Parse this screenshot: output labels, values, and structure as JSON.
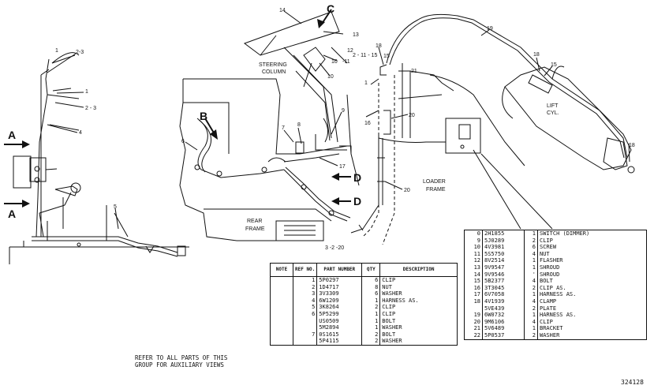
{
  "callouts": {
    "c1": "1",
    "c2_3": "2-3",
    "c1b": "1",
    "c2_3b": "2 - 3",
    "c4": "4",
    "c5": "5",
    "c6": "6",
    "c7": "7",
    "c8": "8",
    "c9": "9",
    "c10": "10",
    "c10b": "10",
    "c12": "12",
    "c11": "-11",
    "c13": "13",
    "c14": "14",
    "c15": "15",
    "c15b": "15",
    "c16": "16",
    "c17": "17",
    "c18": "18",
    "c18b": "18",
    "c19": "19",
    "c20": "20",
    "c20b": "20",
    "c21": "21",
    "c1c": "1",
    "c3_2_20": "3 -2 -20",
    "c18right": "18",
    "c2_11_15": "2 - 11 - 15"
  },
  "view_markers": {
    "a_top": "A",
    "a_bottom": "A",
    "b": "B",
    "c": "C",
    "d_top": "D",
    "d_bottom": "D"
  },
  "labels": {
    "steering_line1": "STEERING",
    "steering_line2": "COLUMN",
    "rear_line1": "REAR",
    "rear_line2": "FRAME",
    "loader_line1": "LOADER",
    "loader_line2": "FRAME",
    "lift_line1": "LIFT",
    "lift_line2": "CYL."
  },
  "table_left": {
    "headers": [
      "NOTE",
      "REF NO.",
      "PART NUMBER",
      "QTY",
      "DESCRIPTION"
    ],
    "rows": [
      {
        "note": "",
        "ref": "1",
        "part": "5P0297",
        "qty": "6",
        "desc": "CLIP"
      },
      {
        "note": "",
        "ref": "2",
        "part": "1D4717",
        "qty": "8",
        "desc": "NUT"
      },
      {
        "note": "",
        "ref": "3",
        "part": "3V3309",
        "qty": "6",
        "desc": "WASHER"
      },
      {
        "note": "",
        "ref": "4",
        "part": "6W1209",
        "qty": "1",
        "desc": "HARNESS AS."
      },
      {
        "note": "",
        "ref": "5",
        "part": "3K8264",
        "qty": "2",
        "desc": "CLIP"
      },
      {
        "note": "",
        "ref": "6",
        "part": "5P5299",
        "qty": "1",
        "desc": "CLIP"
      },
      {
        "note": "",
        "ref": "",
        "part": "US0509",
        "qty": "1",
        "desc": "BOLT"
      },
      {
        "note": "",
        "ref": "",
        "part": "5M2894",
        "qty": "1",
        "desc": "WASHER"
      },
      {
        "note": "",
        "ref": "7",
        "part": "0S1615",
        "qty": "2",
        "desc": "BOLT"
      },
      {
        "note": "",
        "ref": "",
        "part": "5P4115",
        "qty": "2",
        "desc": "WASHER"
      }
    ]
  },
  "table_right": {
    "rows": [
      {
        "ref": "0",
        "part": "2H1855",
        "qty": "1",
        "desc": "SWITCH (DIMMER)"
      },
      {
        "ref": "9",
        "part": "5J0289",
        "qty": "2",
        "desc": "CLIP"
      },
      {
        "ref": "10",
        "part": "4V3981",
        "qty": "6",
        "desc": "SCREW"
      },
      {
        "ref": "11",
        "part": "5S5750",
        "qty": "4",
        "desc": "NUT"
      },
      {
        "ref": "12",
        "part": "8V2514",
        "qty": "1",
        "desc": "FLASHER"
      },
      {
        "ref": "13",
        "part": "9V9547",
        "qty": "1",
        "desc": "SHROUD"
      },
      {
        "ref": "14",
        "part": "9V9546",
        "qty": "'",
        "desc": "SHROUD"
      },
      {
        "ref": "15",
        "part": "5B2377",
        "qty": "4",
        "desc": "BOLT"
      },
      {
        "ref": "16",
        "part": "3T3045",
        "qty": "2",
        "desc": "CLIP AS."
      },
      {
        "ref": "17",
        "part": "6V7058",
        "qty": "1",
        "desc": "HARNESS AS."
      },
      {
        "ref": "18",
        "part": "4V1939",
        "qty": "4",
        "desc": "CLAMP"
      },
      {
        "ref": "",
        "part": "5VE439",
        "qty": "2",
        "desc": "PLATE"
      },
      {
        "ref": "19",
        "part": "6W0732",
        "qty": "1",
        "desc": "HARNESS AS."
      },
      {
        "ref": "20",
        "part": "9M6106",
        "qty": "4",
        "desc": "CLIP"
      },
      {
        "ref": "21",
        "part": "5V6489",
        "qty": "1",
        "desc": "BRACKET"
      },
      {
        "ref": "22",
        "part": "5P0537",
        "qty": "2",
        "desc": "WASHER"
      }
    ]
  },
  "note": {
    "line1": "REFER TO ALL PARTS OF THIS",
    "line2": "GROUP FOR AUXILIARY VIEWS"
  },
  "drawing_number": "324128"
}
